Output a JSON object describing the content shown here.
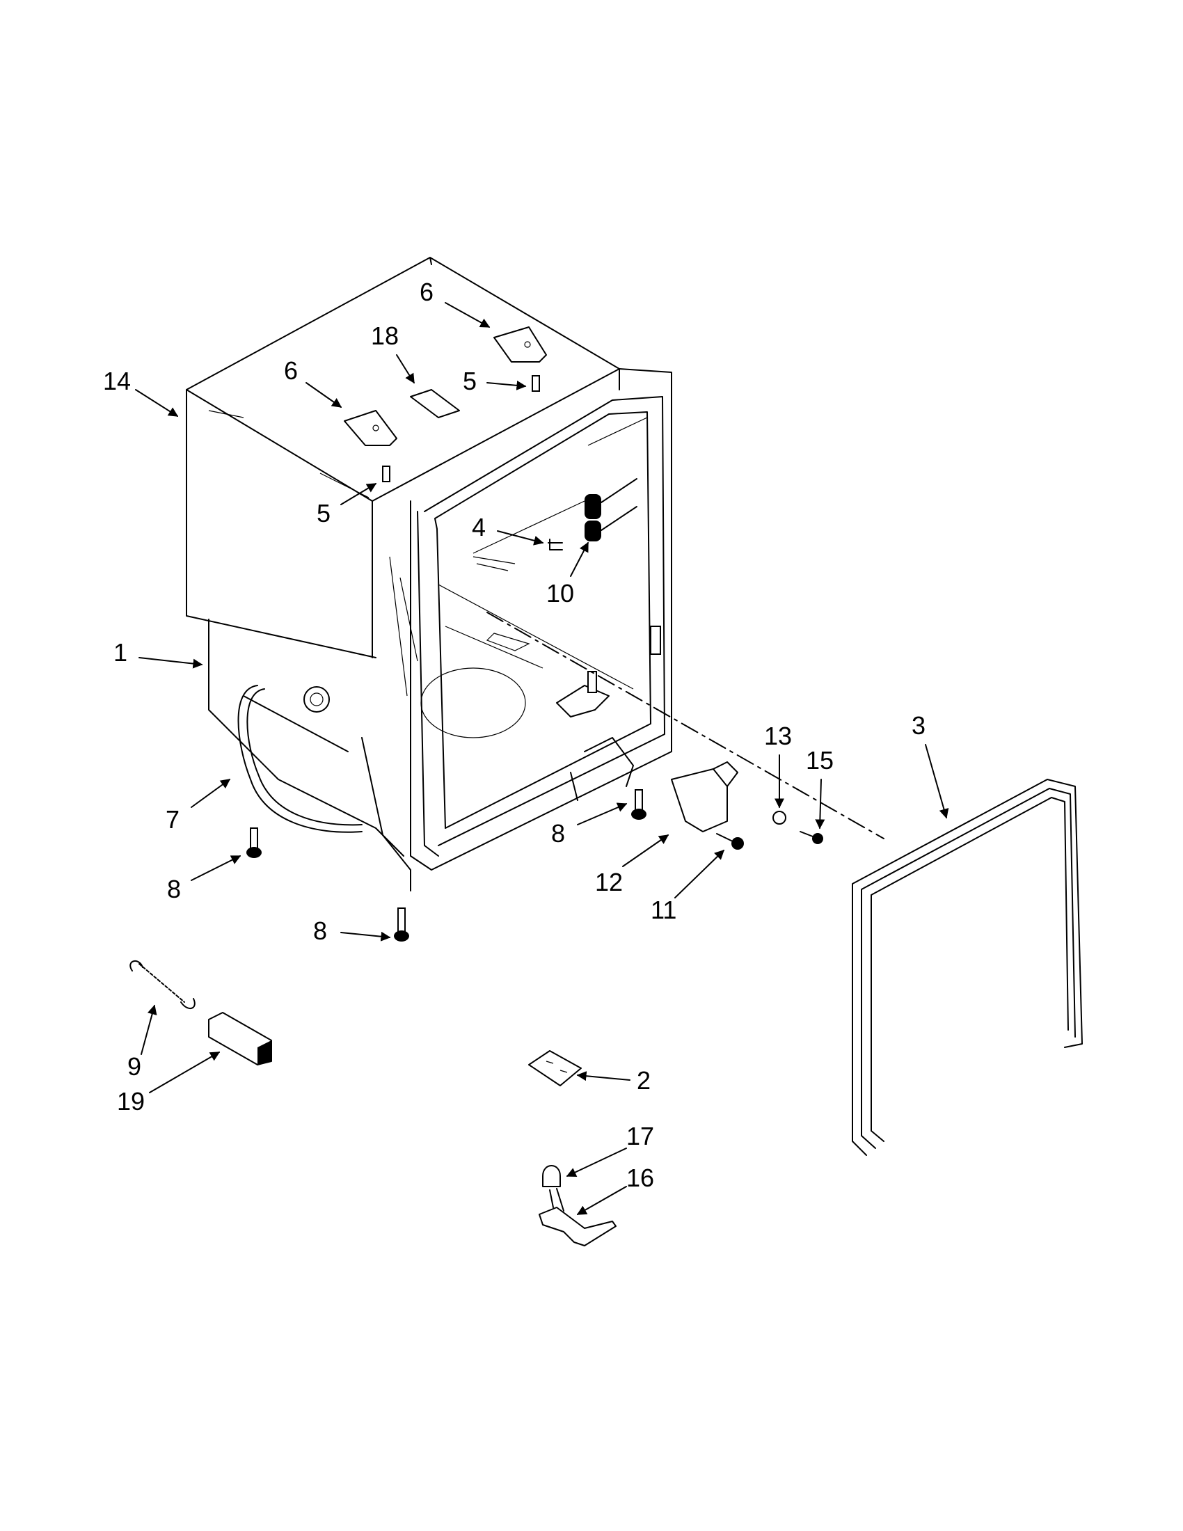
{
  "callouts": {
    "c1": "1",
    "c2": "2",
    "c3": "3",
    "c4": "4",
    "c5a": "5",
    "c5b": "5",
    "c6a": "6",
    "c6b": "6",
    "c7": "7",
    "c8a": "8",
    "c8b": "8",
    "c8c": "8",
    "c9": "9",
    "c10": "10",
    "c11": "11",
    "c12": "12",
    "c13": "13",
    "c14": "14",
    "c15": "15",
    "c16": "16",
    "c17": "17",
    "c18": "18",
    "c19": "19"
  },
  "colors": {
    "ink": "#000000",
    "paper": "#ffffff"
  }
}
